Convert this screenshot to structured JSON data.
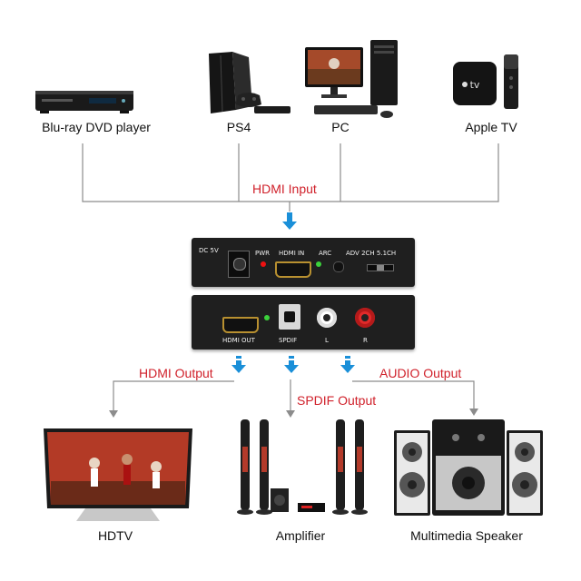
{
  "sources": [
    {
      "label": "Blu-ray DVD player",
      "icon": "bluray-player-icon"
    },
    {
      "label": "PS4",
      "icon": "ps4-console-icon"
    },
    {
      "label": "PC",
      "icon": "desktop-pc-icon"
    },
    {
      "label": "Apple TV",
      "icon": "apple-tv-icon"
    }
  ],
  "input_label": "HDMI Input",
  "top_panel": {
    "dc": "DC 5V",
    "pwr": "PWR",
    "hdmi_in": "HDMI IN",
    "arc": "ARC",
    "mode": "ADV 2CH 5.1CH"
  },
  "bottom_panel": {
    "hdmi_out": "HDMI OUT",
    "spdif": "SPDIF",
    "l": "L",
    "r": "R"
  },
  "outputs": {
    "hdmi": "HDMI Output",
    "spdif": "SPDIF Output",
    "audio": "AUDIO Output"
  },
  "sinks": [
    {
      "label": "HDTV",
      "icon": "hdtv-icon"
    },
    {
      "label": "Amplifier",
      "icon": "home-theater-amplifier-icon"
    },
    {
      "label": "Multimedia Speaker",
      "icon": "multimedia-speaker-icon"
    }
  ],
  "colors": {
    "accent_red": "#d0202a",
    "arrow_blue": "#1a8fd8",
    "wire_gray": "#8a8a8a"
  }
}
